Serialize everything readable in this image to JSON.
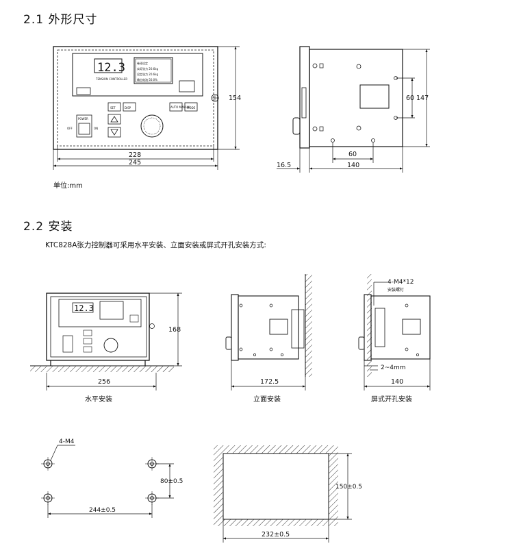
{
  "section1": {
    "heading": "2.1  外形尺寸",
    "unit": "单位:mm",
    "front": {
      "display": "12.3",
      "lcd_lines": [
        "卷径设定",
        "实际张力  20.6kg",
        "设定张力  20.6kg",
        "输出电流  50.0%"
      ],
      "label_controller": "TENSION CONTROLLER",
      "label_set": "SET",
      "label_disp": "DISP",
      "label_auto": "AUTO MANUAL",
      "label_mode": "MODE",
      "label_power": "POWER",
      "label_off": "OFF",
      "label_on": "ON",
      "dims": {
        "width_inner": "228",
        "width_outer": "245",
        "height": "154"
      }
    },
    "side": {
      "dims": {
        "mount_h": "60",
        "height": "147",
        "hole_spacing": "60",
        "depth": "140",
        "knob": "16.5"
      }
    }
  },
  "section2": {
    "heading": "2.2  安装",
    "description": "KTC828A张力控制器可采用水平安装、立面安装或屏式开孔安装方式:",
    "horizontal": {
      "label": "水平安装",
      "width": "256",
      "height": "168",
      "display": "12.3"
    },
    "vertical": {
      "label": "立面安装",
      "depth": "172.5"
    },
    "panel": {
      "label": "屏式开孔安装",
      "screw": "4-M4*12",
      "screw_note": "安装螺钉",
      "gap": "2~4mm",
      "depth": "140"
    },
    "holes": {
      "label": "4-M4",
      "v_spacing": "80±0.5",
      "h_spacing": "244±0.5"
    },
    "cutout": {
      "height": "150±0.5",
      "width": "232±0.5"
    }
  }
}
